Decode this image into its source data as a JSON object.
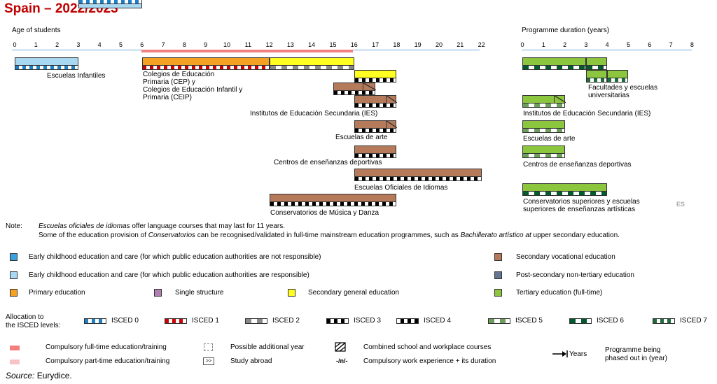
{
  "title": "Spain – 2022/2023",
  "colors": {
    "title": "#c00000",
    "ecec_not": "#3aa0e0",
    "ecec_resp": "#a9d8f2",
    "primary": "#f4a124",
    "single": "#b07fb4",
    "sec_general": "#ffff22",
    "sec_voc": "#b57a5a",
    "postsec": "#66758f",
    "tertiary": "#8cc63f",
    "compulsory_full": "#f28080",
    "compulsory_part": "#f6c4c4",
    "axis_line": "#6fa8dc"
  },
  "age_axis": {
    "title": "Age of students",
    "ticks": [
      "0",
      "1",
      "2",
      "3",
      "4",
      "5",
      "6",
      "7",
      "8",
      "9",
      "10",
      "11",
      "12",
      "13",
      "14",
      "15",
      "16",
      "17",
      "18",
      "19",
      "20",
      "21",
      "22"
    ]
  },
  "duration_axis": {
    "title": "Programme duration (years)",
    "ticks": [
      "0",
      "1",
      "2",
      "3",
      "4",
      "5",
      "6",
      "7",
      "8"
    ]
  },
  "compulsory": {
    "from": 6,
    "to": 16
  },
  "age_programmes": [
    {
      "label": "Escuelas Infantiles",
      "segments": [
        {
          "from": 0,
          "to": 3,
          "type": "ecec_resp",
          "isced": "isced0"
        },
        {
          "from": 3,
          "to": 6,
          "type": "ecec_resp",
          "isced": "isced0"
        }
      ]
    },
    {
      "label": "Colegios de Educación\nPrimaria (CEP) y\nColegios de Educación Infantil y\nPrimaria (CEIP)",
      "segments": [
        {
          "from": 6,
          "to": 12,
          "type": "primary",
          "isced": "isced1"
        },
        {
          "from": 12,
          "to": 16,
          "type": "sec_general",
          "isced": "isced2"
        }
      ]
    },
    {
      "label": "Institutos de Educación Secundaria (IES)",
      "segments": [
        {
          "from": 16,
          "to": 18,
          "type": "sec_general",
          "isced": "isced3"
        },
        {
          "from": 15,
          "to": 17,
          "type": "sec_voc",
          "isced": "isced3",
          "hatch_from": 16.4
        },
        {
          "from": 16,
          "to": 18,
          "type": "sec_voc",
          "isced": "isced3",
          "hatch_from": 17.5
        }
      ]
    },
    {
      "label": "Escuelas de arte",
      "segments": [
        {
          "from": 16,
          "to": 18,
          "type": "sec_voc",
          "isced": "isced3",
          "hatch_from": 17.5
        }
      ]
    },
    {
      "label": "Centros de enseñanzas deportivas",
      "segments": [
        {
          "from": 16,
          "to": 18,
          "type": "sec_voc",
          "isced": "isced3"
        }
      ]
    },
    {
      "label": "Escuelas Oficiales de Idiomas",
      "segments": [
        {
          "from": 16,
          "to": 22,
          "type": "sec_voc",
          "isced": "isced3"
        }
      ]
    },
    {
      "label": "Conservatorios de Música y Danza",
      "segments": [
        {
          "from": 12,
          "to": 18,
          "type": "sec_voc",
          "isced": "isced3"
        }
      ]
    }
  ],
  "duration_programmes": [
    {
      "label": "Facultades y escuelas\nuniversitarias",
      "segments": [
        {
          "from": 0,
          "to": 3,
          "type": "tertiary",
          "isced": "isced6"
        },
        {
          "from": 3,
          "to": 4,
          "type": "tertiary",
          "isced": "isced6"
        },
        {
          "from": 3,
          "to": 4,
          "type": "tertiary",
          "isced": "isced7"
        },
        {
          "from": 4,
          "to": 5,
          "type": "tertiary",
          "isced": "isced7"
        }
      ]
    },
    {
      "label": "Institutos de Educación Secundaria (IES)",
      "segments": [
        {
          "from": 0,
          "to": 2,
          "type": "tertiary",
          "isced": "isced5",
          "hatch_from": 1.5
        }
      ]
    },
    {
      "label": "Escuelas de arte",
      "segments": [
        {
          "from": 0,
          "to": 2,
          "type": "tertiary",
          "isced": "isced5"
        }
      ]
    },
    {
      "label": "Centros de enseñanzas deportivas",
      "segments": [
        {
          "from": 0,
          "to": 2,
          "type": "tertiary",
          "isced": "isced5"
        }
      ]
    },
    {
      "label": "Conservatorios superiores y escuelas\nsuperiores de enseñanzas artísticas",
      "segments": [
        {
          "from": 0,
          "to": 4,
          "type": "tertiary",
          "isced": "isced6"
        }
      ]
    }
  ],
  "country_code": "ES",
  "note": {
    "label": "Note:",
    "line1_em": "Escuelas oficiales de idiomas",
    "line1_rest": " offer language courses that may last for 11 years.",
    "line2_a": "Some of the education provision of ",
    "line2_em": "Conservatorios",
    "line2_b": " can be recognised/validated in full-time mainstream education programmes, such as ",
    "line2_em2": "Bachillerato artístico at",
    "line2_c": " upper secondary education."
  },
  "legend": {
    "ecec_not": "Early childhood education and care (for which public education authorities are not responsible)",
    "ecec_resp": "Early childhood education and care (for which public education authorities are responsible)",
    "primary": "Primary education",
    "single": "Single structure",
    "sec_general": "Secondary general education",
    "sec_voc": "Secondary vocational education",
    "postsec": "Post-secondary non-tertiary education",
    "tertiary": "Tertiary education (full-time)"
  },
  "isced": {
    "title": "Allocation to\nthe ISCED levels:",
    "levels": [
      "ISCED 0",
      "ISCED 1",
      "ISCED 2",
      "ISCED 3",
      "ISCED 4",
      "ISCED 5",
      "ISCED 6",
      "ISCED 7"
    ]
  },
  "other_legend": {
    "comp_full": "Compulsory full-time education/training",
    "comp_part": "Compulsory part-time education/training",
    "possible_year": "Possible additional year",
    "study_abroad": "Study abroad",
    "study_abroad_symbol": ">>",
    "combined": "Combined school and workplace courses",
    "work_exp_symbol": "-/n/-",
    "work_exp": "Compulsory work experience + its duration",
    "years": "Years",
    "phased_out": "Programme being\nphased out in (year)"
  },
  "source_label": "Source:",
  "source_text": " Eurydice."
}
